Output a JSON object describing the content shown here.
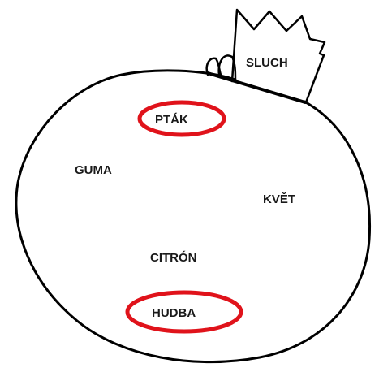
{
  "bag": {
    "label": "SLUCH",
    "words": [
      {
        "id": "ptak",
        "text": "PTÁK",
        "circled": true
      },
      {
        "id": "guma",
        "text": "GUMA",
        "circled": false
      },
      {
        "id": "kvet",
        "text": "KVĚT",
        "circled": false
      },
      {
        "id": "citron",
        "text": "CITRÓN",
        "circled": false
      },
      {
        "id": "hudba",
        "text": "HUDBA",
        "circled": true
      }
    ]
  },
  "colors": {
    "outline": "#000000",
    "circle": "#e0131b",
    "text": "#1a1a1a",
    "background": "#ffffff"
  }
}
